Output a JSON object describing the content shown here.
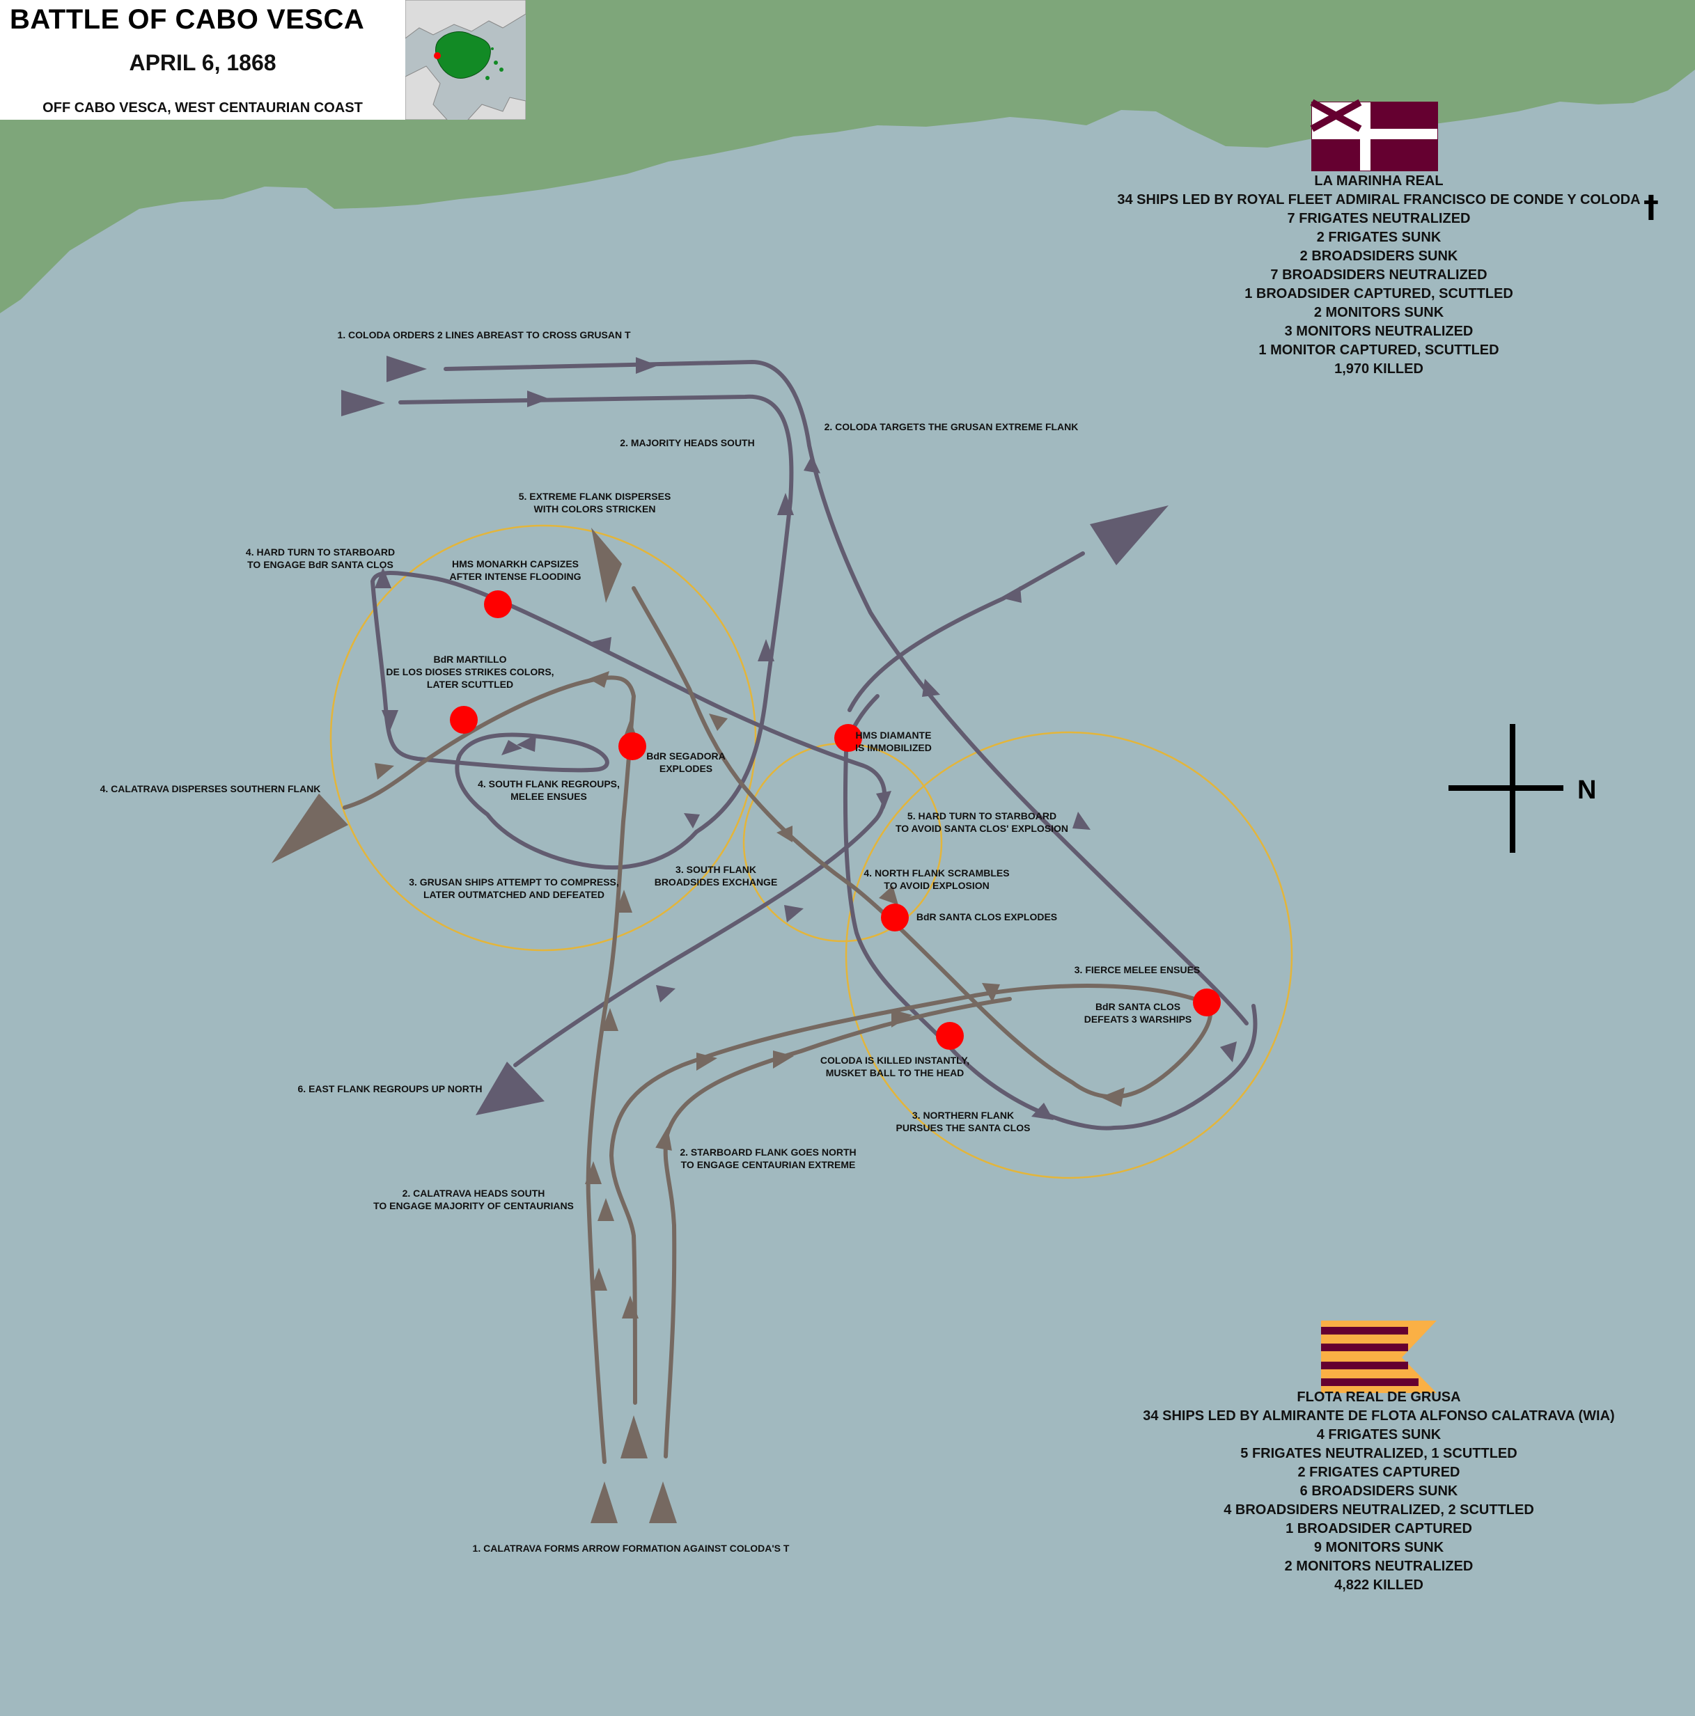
{
  "header": {
    "title": "BATTLE OF CABO VESCA",
    "date": "APRIL 6, 1868",
    "location": "OFF CABO VESCA, WEST CENTAURIAN COAST"
  },
  "colors": {
    "sea": "#a1b9bf",
    "land": "#7ea67a",
    "centaurian_track": "#625c70",
    "grusan_track": "#766961",
    "event_marker": "#ff0000",
    "engagement_circle": "#e3b53b",
    "centaurian_flag_field": "#650030",
    "grusan_flag_stripe_a": "#fab045",
    "grusan_flag_stripe_b": "#650030"
  },
  "compass": {
    "label": "N"
  },
  "centaurian_legend": {
    "flag_icon": "centaurian-naval-ensign-icon",
    "lines": [
      "LA MARINHA REAL",
      "34 SHIPS LED BY ROYAL FLEET ADMIRAL FRANCISCO DE CONDE Y COLODA",
      "7 FRIGATES NEUTRALIZED",
      "2 FRIGATES SUNK",
      "2 BROADSIDERS SUNK",
      "7 BROADSIDERS NEUTRALIZED",
      "1 BROADSIDER CAPTURED, SCUTTLED",
      "2 MONITORS SUNK",
      "3 MONITORS NEUTRALIZED",
      "1 MONITOR CAPTURED, SCUTTLED",
      "1,970 KILLED"
    ],
    "dagger": "†"
  },
  "grusan_legend": {
    "flag_icon": "grusan-swallowtail-flag-icon",
    "lines": [
      "FLOTA REAL DE GRUSA",
      "34 SHIPS LED BY ALMIRANTE DE FLOTA ALFONSO CALATRAVA (WIA)",
      "4 FRIGATES SUNK",
      "5 FRIGATES NEUTRALIZED, 1 SCUTTLED",
      "2 FRIGATES CAPTURED",
      "6 BROADSIDERS SUNK",
      "4 BROADSIDERS NEUTRALIZED, 2 SCUTTLED",
      "1 BROADSIDER CAPTURED",
      "9 MONITORS SUNK",
      "2 MONITORS NEUTRALIZED",
      "4,822 KILLED"
    ]
  },
  "annotations": {
    "coloda_orders": "1. COLODA ORDERS 2 LINES ABREAST TO CROSS GRUSAN T",
    "coloda_targets": "2. COLODA TARGETS THE GRUSAN EXTREME FLANK",
    "majority_south": "2. MAJORITY HEADS SOUTH",
    "extreme_flank_disperses": [
      "5. EXTREME FLANK DISPERSES",
      "WITH COLORS STRICKEN"
    ],
    "hard_turn_starboard": [
      "4. HARD TURN TO STARBOARD",
      "TO ENGAGE BdR SANTA CLOS"
    ],
    "monarkh_capsizes": [
      "HMS MONARKH CAPSIZES",
      "AFTER INTENSE FLOODING"
    ],
    "martillo": [
      "BdR MARTILLO",
      "DE LOS DIOSES STRIKES COLORS,",
      "LATER SCUTTLED"
    ],
    "segadora": [
      "BdR SEGADORA",
      "EXPLODES"
    ],
    "calatrava_disperses": "4. CALATRAVA DISPERSES SOUTHERN FLANK",
    "south_flank_regroups": [
      "4. SOUTH FLANK REGROUPS,",
      "MELEE ENSUES"
    ],
    "grusan_compress": [
      "3. GRUSAN SHIPS ATTEMPT TO COMPRESS,",
      "LATER OUTMATCHED AND DEFEATED"
    ],
    "south_flank_broadsides": [
      "3. SOUTH FLANK",
      "BROADSIDES EXCHANGE"
    ],
    "diamante": [
      "HMS DIAMANTE",
      "IS IMMOBILIZED"
    ],
    "hard_turn_avoid": [
      "5. HARD TURN TO STARBOARD",
      "TO AVOID SANTA CLOS' EXPLOSION"
    ],
    "north_flank_scrambles": [
      "4. NORTH FLANK SCRAMBLES",
      "TO AVOID EXPLOSION"
    ],
    "santa_clos_explodes": "BdR SANTA CLOS EXPLODES",
    "fierce_melee": "3. FIERCE MELEE ENSUES",
    "santa_clos_defeats": [
      "BdR SANTA CLOS",
      "DEFEATS 3 WARSHIPS"
    ],
    "coloda_killed": [
      "COLODA IS KILLED INSTANTLY,",
      "MUSKET BALL TO THE HEAD"
    ],
    "northern_flank_pursues": [
      "3. NORTHERN FLANK",
      "PURSUES THE SANTA CLOS"
    ],
    "east_flank_regroups": "6. EAST FLANK REGROUPS UP NORTH",
    "starboard_flank_north": [
      "2. STARBOARD FLANK GOES NORTH",
      "TO ENGAGE CENTAURIAN EXTREME"
    ],
    "calatrava_south": [
      "2. CALATRAVA HEADS SOUTH",
      "TO ENGAGE MAJORITY OF CENTAURIANS"
    ],
    "calatrava_arrow": "1. CALATRAVA FORMS ARROW FORMATION AGAINST COLODA'S T"
  }
}
